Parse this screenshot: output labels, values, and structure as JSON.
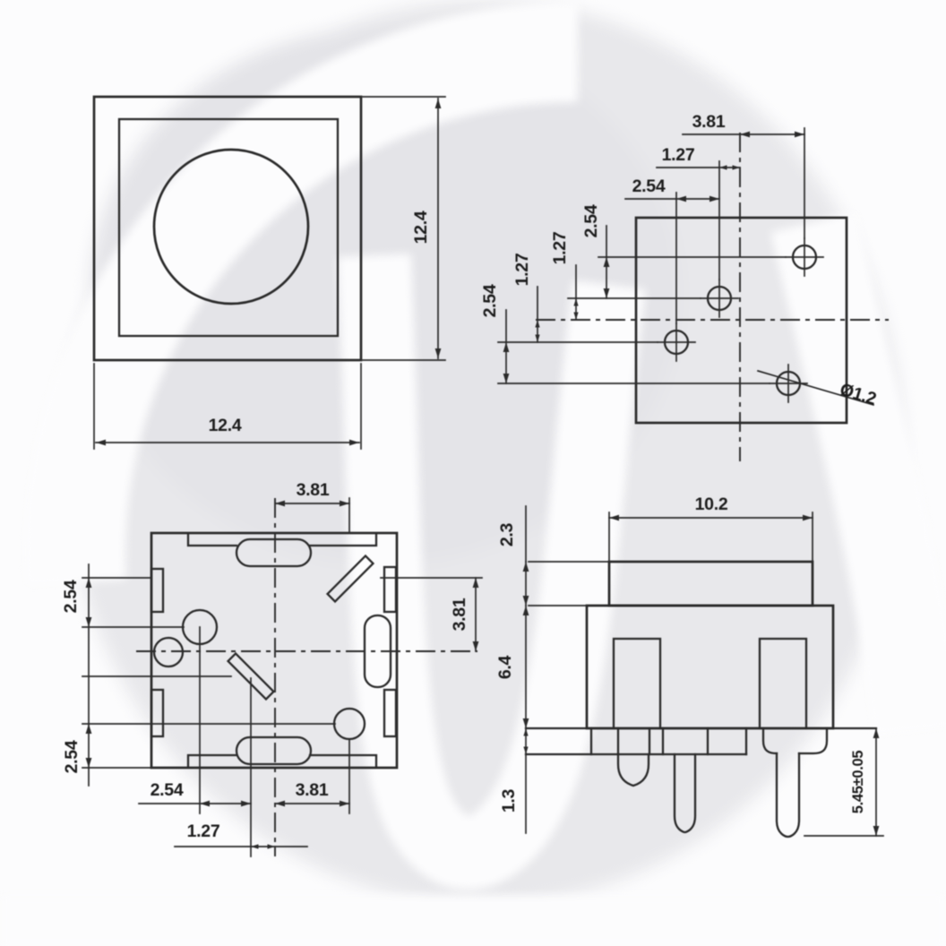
{
  "views": {
    "front": {
      "dim_width": "12.4",
      "dim_height": "12.4"
    },
    "holes": {
      "dim_381": "3.81",
      "dim_127": "1.27",
      "dim_254": "2.54",
      "left_254_top": "2.54",
      "left_127_upper": "1.27",
      "left_127_lower": "1.27",
      "left_254_bottom": "2.54",
      "hole_diameter": "Ø1.2"
    },
    "bottom": {
      "top_381": "3.81",
      "left_254_top": "2.54",
      "left_254_bottom": "2.54",
      "right_381": "3.81",
      "bottom_254": "2.54",
      "bottom_381": "3.81",
      "bottom_127": "1.27"
    },
    "side": {
      "top_102": "10.2",
      "left_23": "2.3",
      "left_64": "6.4",
      "left_13": "1.3",
      "right_tol": "5.45±0.05"
    }
  },
  "colors": {
    "line": "#2a2a2a",
    "text": "#1b1b1b",
    "watermark_wash": "#e8e8eb",
    "background": "#fcfcfd"
  }
}
